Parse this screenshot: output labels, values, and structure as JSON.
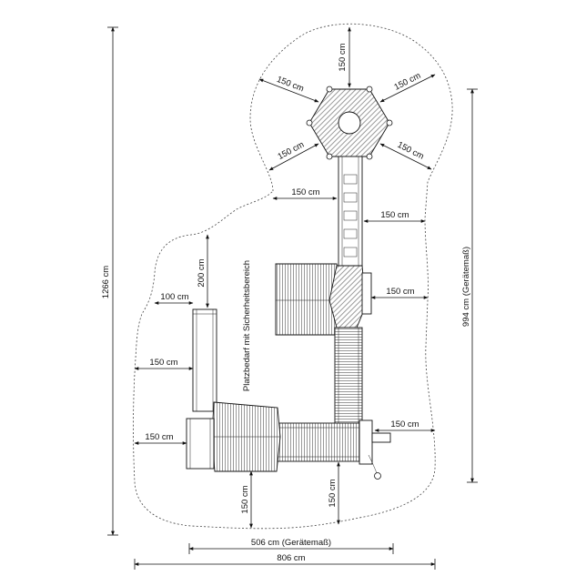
{
  "drawing": {
    "zone_label": "Platzbedarf mit Sicherheitsbereich",
    "dimensions": {
      "total_height": "1266 cm",
      "equipment_height": "994 cm (Gerätemaß)",
      "equipment_width": "506 cm (Gerätemaß)",
      "total_width": "806 cm",
      "tower_top": "150 cm",
      "tower_upper_left": "150 cm",
      "tower_upper_right": "150 cm",
      "tower_lower_left": "150 cm",
      "tower_lower_right": "150 cm",
      "ladder_left": "150 cm",
      "ladder_right": "150 cm",
      "mid_right": "150 cm",
      "upper_left_vertical": "200 cm",
      "step_width": "100 cm",
      "slide_left": "150 cm",
      "lower_left": "150 cm",
      "lower_right": "150 cm",
      "bottom_left": "150 cm",
      "bottom_center": "150 cm"
    }
  }
}
